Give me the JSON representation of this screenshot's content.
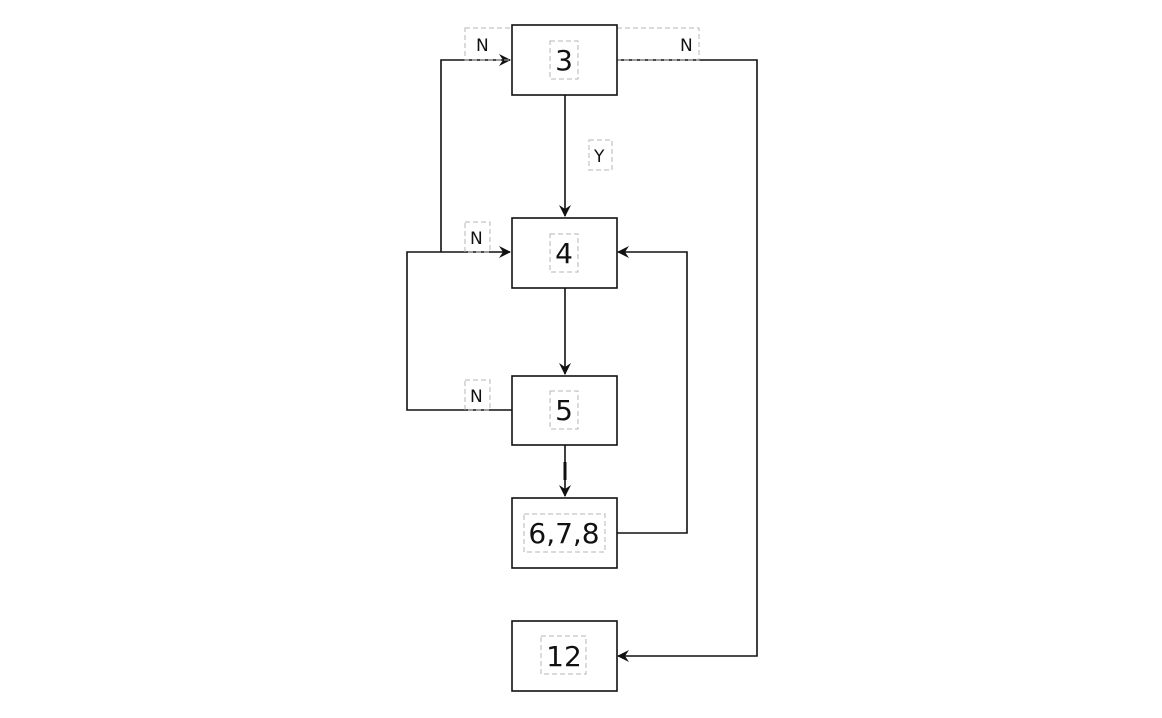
{
  "diagram": {
    "nodes": [
      {
        "id": "n3",
        "label": "3"
      },
      {
        "id": "n4",
        "label": "4"
      },
      {
        "id": "n5",
        "label": "5"
      },
      {
        "id": "n678",
        "label": "6,7,8"
      },
      {
        "id": "n12",
        "label": "12"
      }
    ],
    "edges": [
      {
        "id": "e-3-4",
        "from": "3",
        "to": "4",
        "label": "Y"
      },
      {
        "id": "e-3-12",
        "from": "3",
        "to": "12",
        "label": "N"
      },
      {
        "id": "e-4-3",
        "from": "4",
        "to": "3",
        "label": "N"
      },
      {
        "id": "e-4-5",
        "from": "4",
        "to": "5",
        "label": ""
      },
      {
        "id": "e-5-4",
        "from": "5",
        "to": "4",
        "label": "N"
      },
      {
        "id": "e-5-678",
        "from": "5",
        "to": "6,7,8",
        "label": ""
      },
      {
        "id": "e-678-4",
        "from": "6,7,8",
        "to": "4",
        "label": ""
      }
    ]
  }
}
